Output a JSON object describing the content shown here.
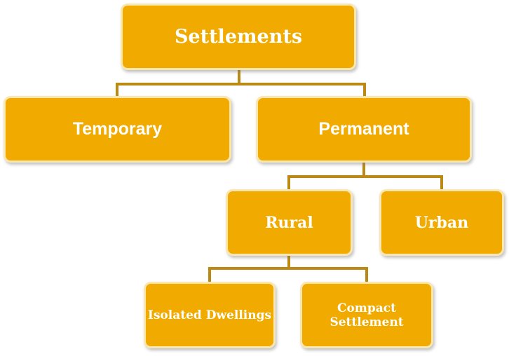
{
  "nodes": {
    "root": "Settlements",
    "temporary": "Temporary",
    "permanent": "Permanent",
    "rural": "Rural",
    "urban": "Urban",
    "isolated": "Isolated Dwellings",
    "compact": "Compact Settlement"
  },
  "colors": {
    "box_fill": "#F0AA00",
    "connector": "#BC8A14",
    "text": "#FFFFFF"
  }
}
